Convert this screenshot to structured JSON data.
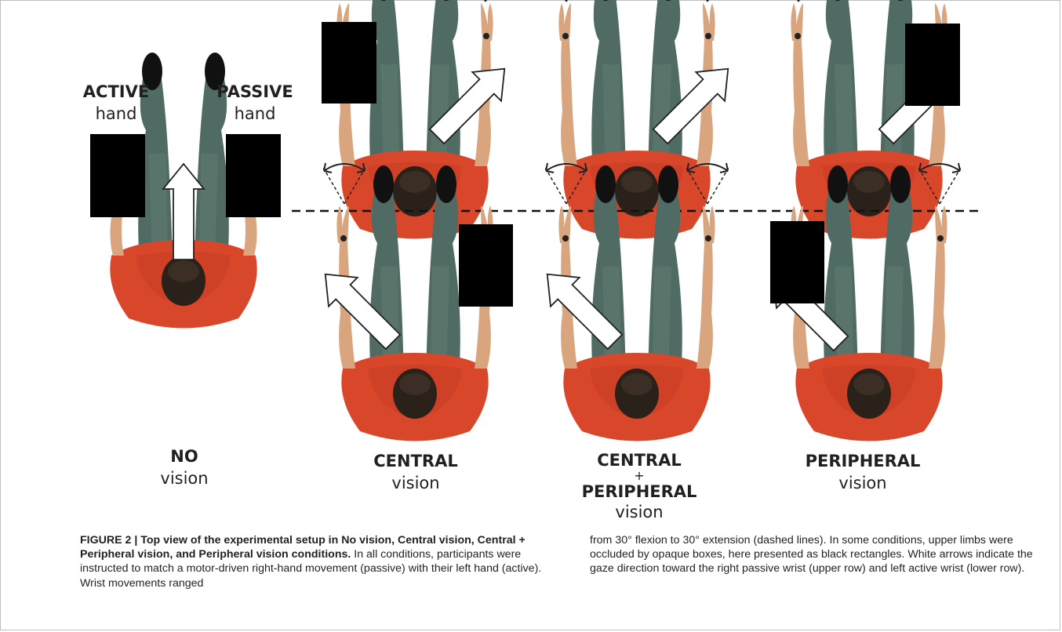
{
  "colors": {
    "shirt": "#d9472b",
    "jeans": "#4f6b63",
    "skin": "#d9a57e",
    "hair": "#2a211b",
    "box": "#000000"
  },
  "hand_labels": {
    "active_bold": "ACTIVE",
    "active_sub": "hand",
    "passive_bold": "PASSIVE",
    "passive_sub": "hand"
  },
  "conditions": [
    {
      "bold": "NO",
      "bold2": "",
      "sub": "vision"
    },
    {
      "bold": "CENTRAL",
      "bold2": "",
      "sub": "vision"
    },
    {
      "bold": "CENTRAL",
      "plus": "+",
      "bold2": "PERIPHERAL",
      "sub": "vision"
    },
    {
      "bold": "PERIPHERAL",
      "bold2": "",
      "sub": "vision"
    }
  ],
  "caption": {
    "title": "FIGURE 2 | Top view of the experimental setup in No vision, Central vision, Central + Peripheral vision, and Peripheral vision conditions.",
    "left_text": "In all conditions, participants were instructed to match a motor-driven right-hand movement (passive) with their left hand (active). Wrist movements ranged",
    "right_text": "from 30° flexion to 30° extension (dashed lines). In some conditions, upper limbs were occluded by opaque boxes, here presented as black rectangles. White arrows indicate the gaze direction toward the right passive wrist (upper row) and left active wrist (lower row)."
  }
}
